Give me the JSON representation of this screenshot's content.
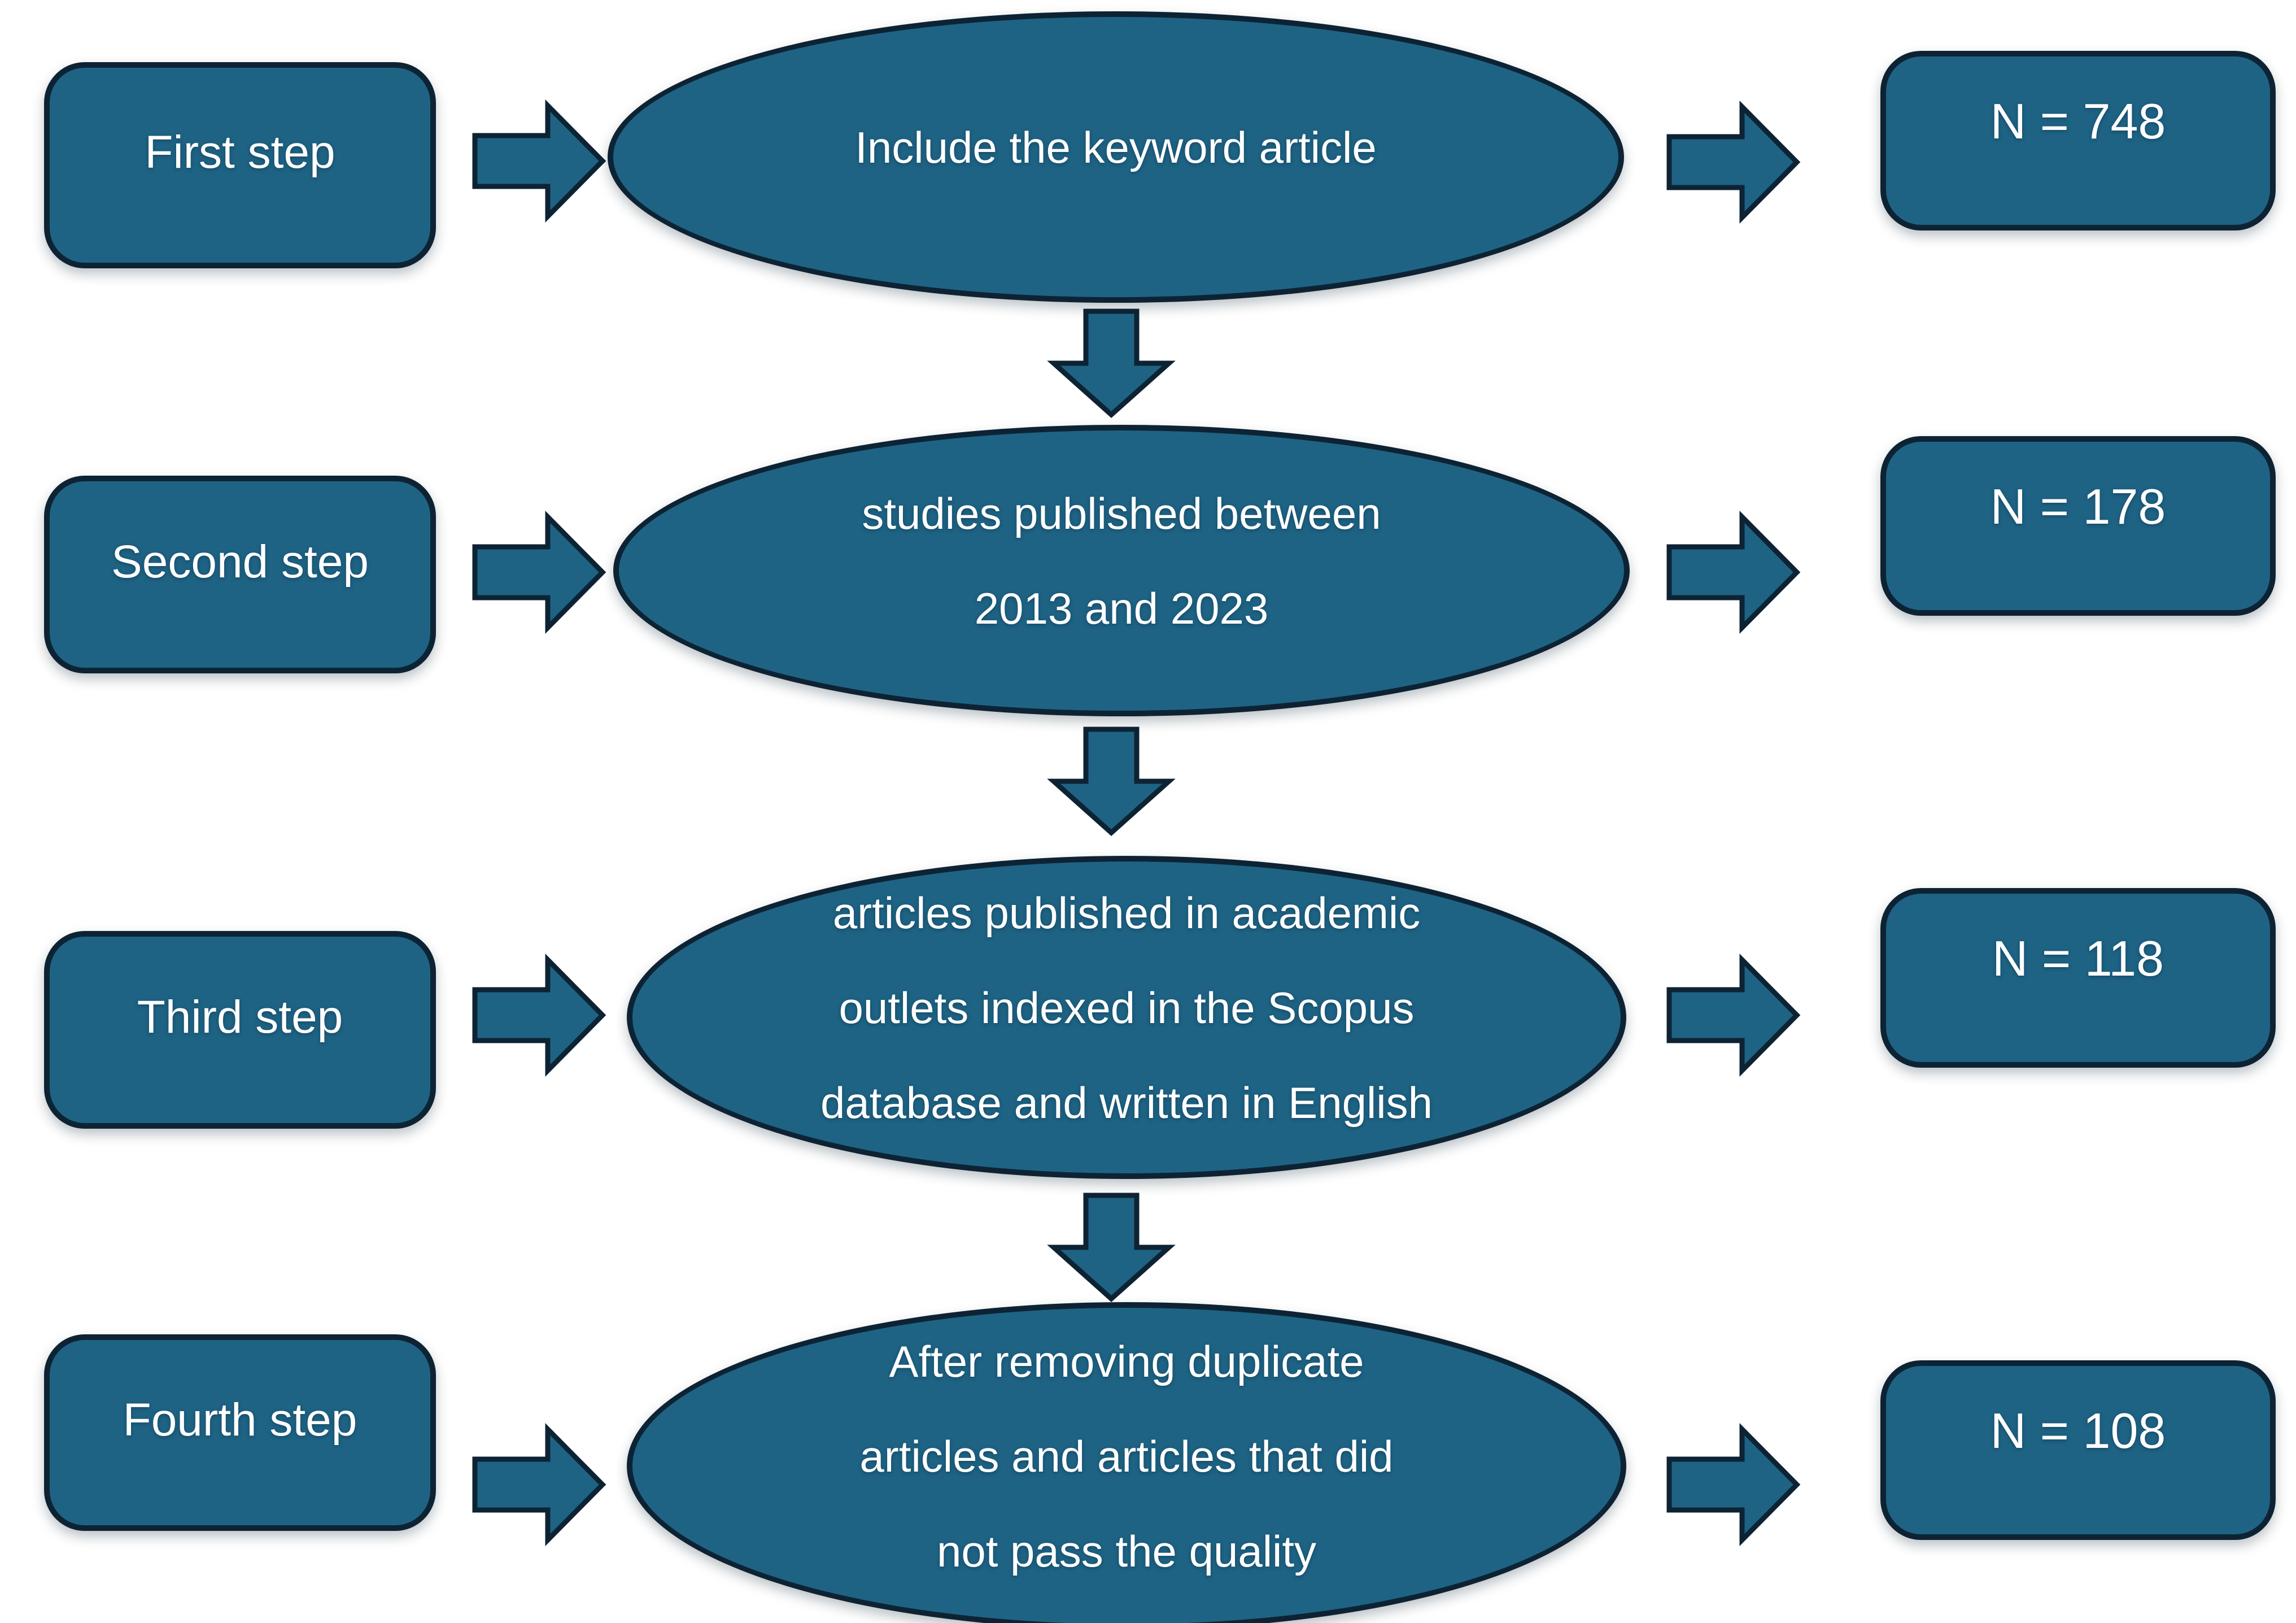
{
  "page": {
    "background": "#FFFFFF",
    "description": "Four-step article screening flowchart"
  },
  "palette": {
    "shape_fill": "#1E6384",
    "shape_border": "#0D2334",
    "text_color": "#FFFFFF"
  },
  "icons": {
    "right_arrow": "block-arrow-right",
    "down_arrow": "block-arrow-down"
  },
  "flowchart": {
    "rows": [
      {
        "step_label": "First step",
        "criterion_lines": [
          "Include the keyword article"
        ],
        "result": "N = 748"
      },
      {
        "step_label": "Second step",
        "criterion_lines": [
          "studies published between",
          "2013 and 2023"
        ],
        "result": "N = 178"
      },
      {
        "step_label": "Third step",
        "criterion_lines": [
          "articles published in academic",
          "outlets indexed in the Scopus",
          "database and written in English"
        ],
        "result": "N = 118"
      },
      {
        "step_label": "Fourth step",
        "criterion_lines": [
          "After removing duplicate",
          "articles and articles that did",
          "not pass the quality"
        ],
        "result": "N = 108"
      }
    ]
  }
}
